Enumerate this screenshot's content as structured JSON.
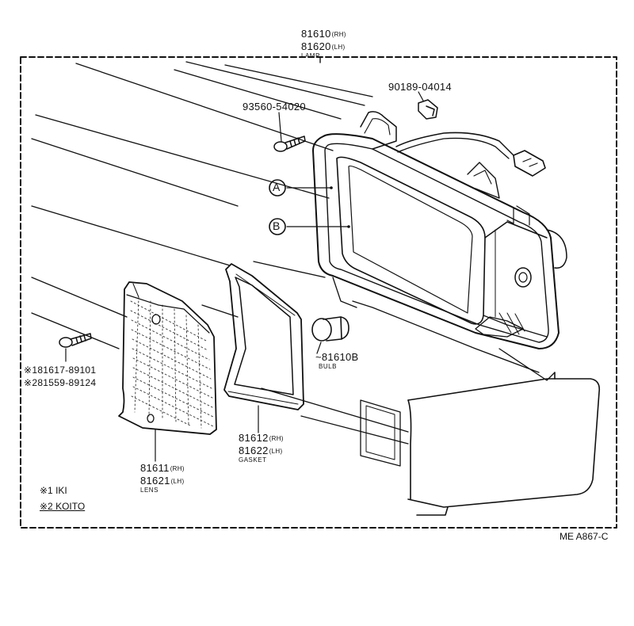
{
  "parts": {
    "lamp": {
      "no_rh": "81610",
      "sfx_rh": "(RH)",
      "no_lh": "81620",
      "sfx_lh": "(LH)",
      "name": "LAMP"
    },
    "connector": {
      "no": "90189-04014"
    },
    "screw_top": {
      "no": "93560-54020"
    },
    "bulb": {
      "no": "81610B",
      "name": "BULB"
    },
    "gasket": {
      "no_rh": "81612",
      "sfx_rh": "(RH)",
      "no_lh": "81622",
      "sfx_lh": "(LH)",
      "name": "GASKET"
    },
    "lens": {
      "no_rh": "81611",
      "sfx_rh": "(RH)",
      "no_lh": "81621",
      "sfx_lh": "(LH)",
      "name": "LENS"
    },
    "screw_left": {
      "no1": "※181617-89101",
      "no2": "※281559-89124"
    }
  },
  "callouts": {
    "a": "A",
    "b": "B"
  },
  "key": {
    "k1": "※1 IKI",
    "k2": "※2 KOITO"
  },
  "diagram_code": "ME A867-C"
}
